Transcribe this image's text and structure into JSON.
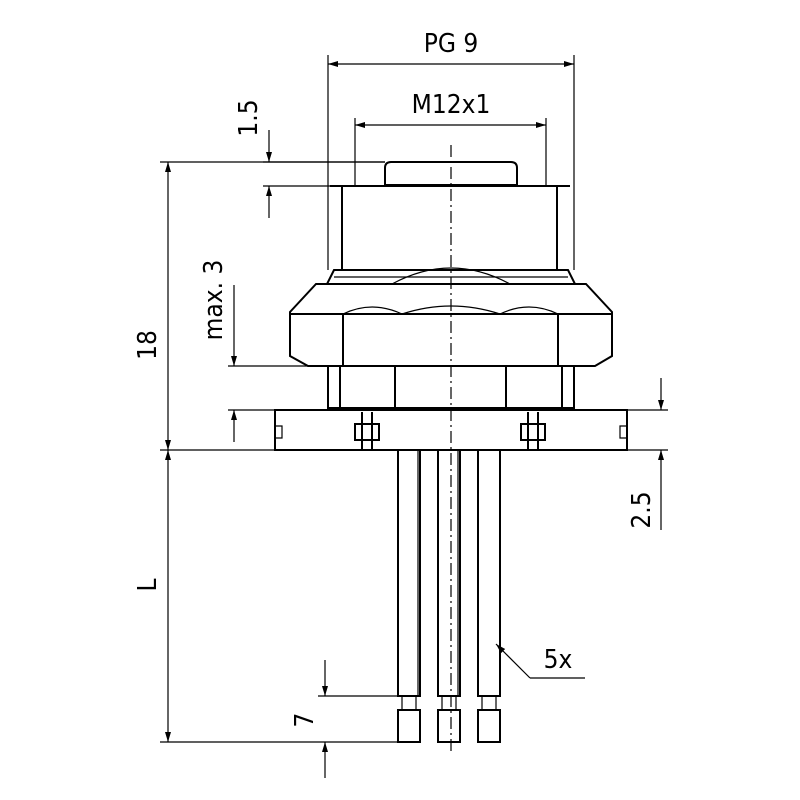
{
  "dimensions": {
    "pg_thread": "PG 9",
    "m_thread": "M12x1",
    "top_offset": "1.5",
    "panel_thickness": "max. 3",
    "height": "18",
    "flange_offset": "2.5",
    "length": "L",
    "pin_count": "5x",
    "pin_tip": "7"
  }
}
